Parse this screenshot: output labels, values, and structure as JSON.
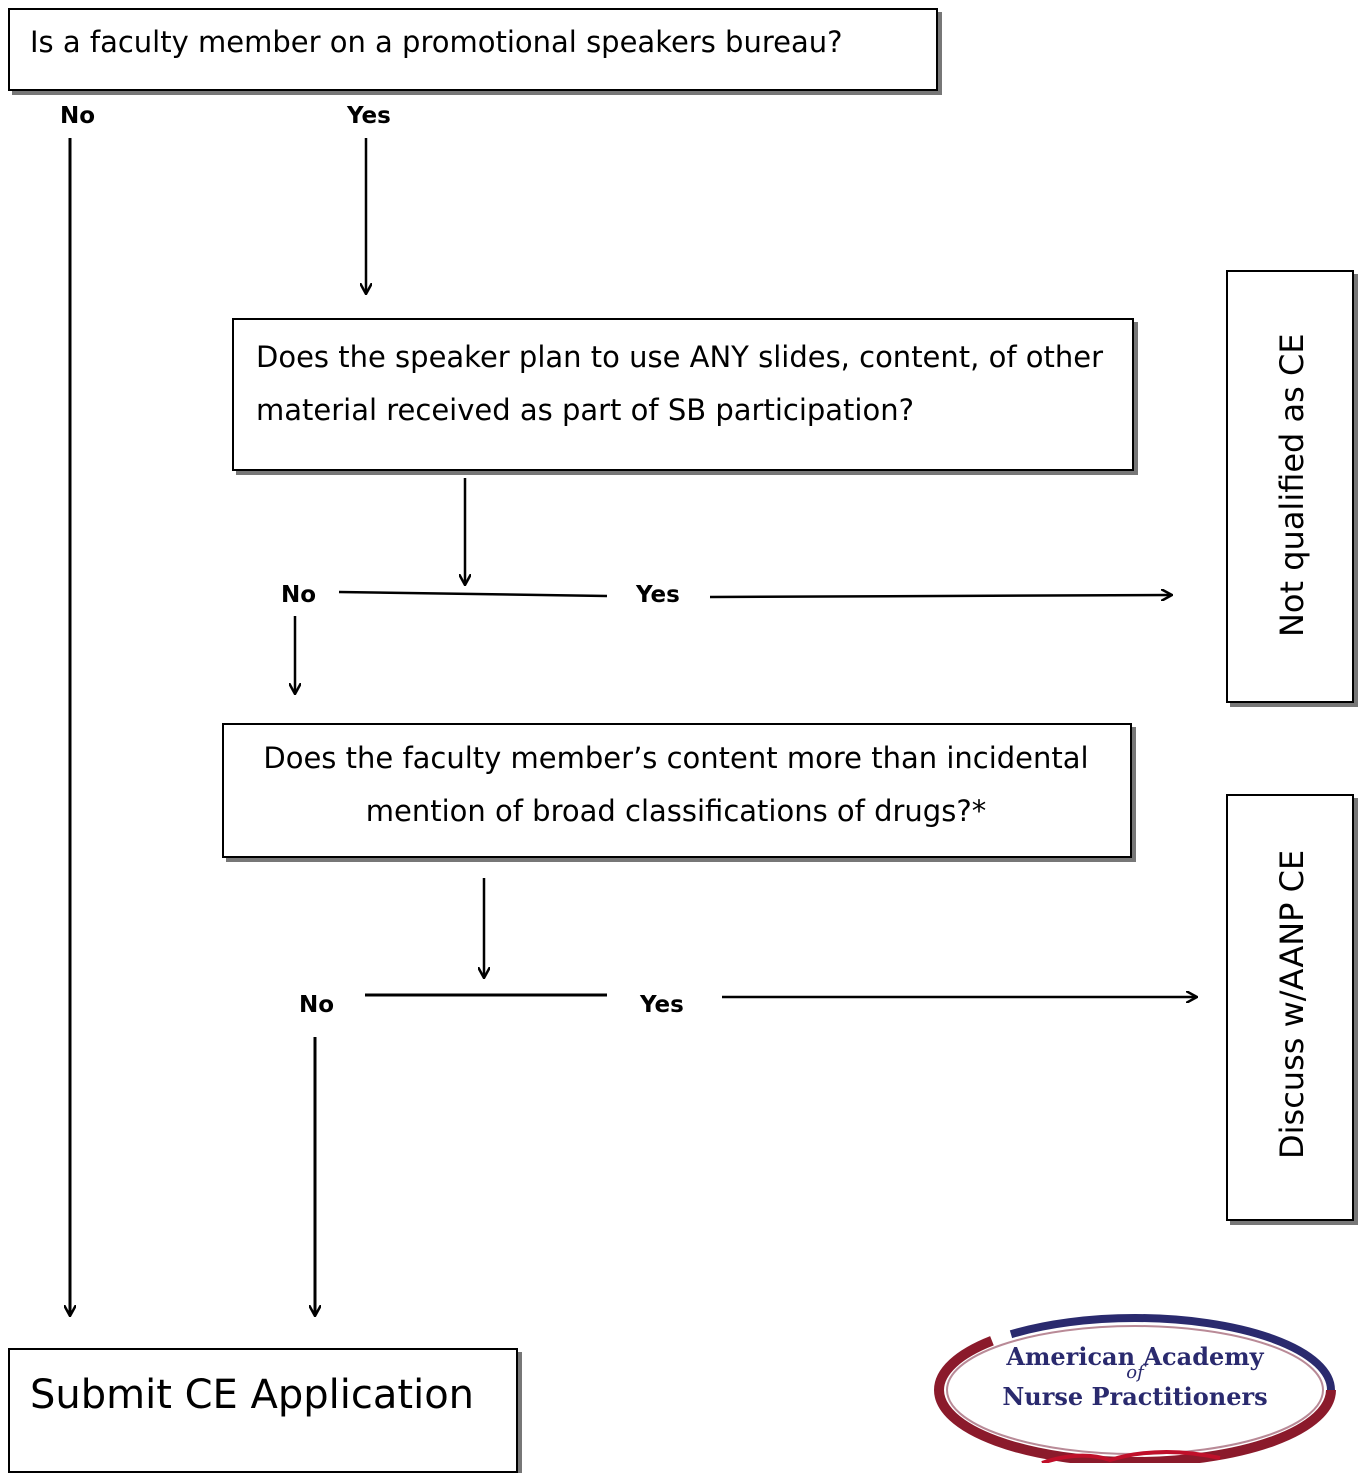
{
  "flowchart": {
    "q1": "Is a faculty member on a promotional speakers bureau?",
    "q2": "Does the speaker plan to use ANY slides, content, of other material received as part of SB participation?",
    "q3": "Does the faculty member’s content more than incidental mention of broad classifications of drugs?*",
    "end_not_qualified": "Not qualified as CE",
    "end_discuss": "Discuss w/AANP CE",
    "end_submit": "Submit CE Application",
    "no_label": "No",
    "yes_label": "Yes"
  },
  "logo": {
    "line1": "American Academy",
    "line2": "of",
    "line3": "Nurse Practitioners",
    "colors": {
      "maroon": "#8b1a2b",
      "navy": "#2a2a6e"
    }
  }
}
